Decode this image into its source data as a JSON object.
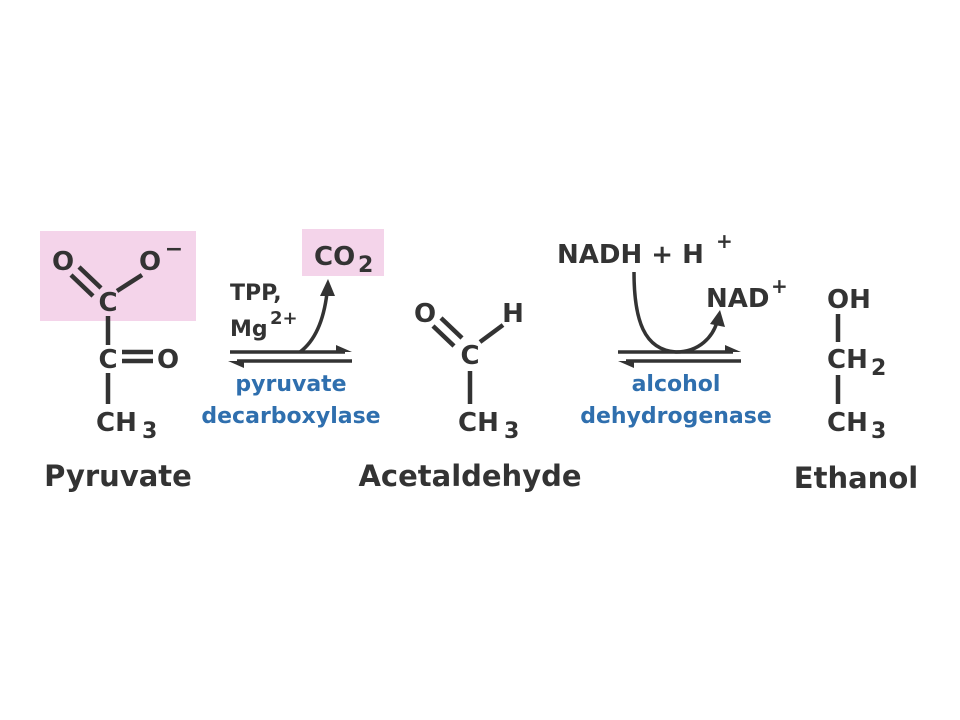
{
  "colors": {
    "highlight": "#f4d4ea",
    "enzyme_label": "#2f6fae",
    "structure": "#333333"
  },
  "pyruvate": {
    "name": "Pyruvate",
    "carboxyl_o": "O",
    "carboxyl_o_minus": "O",
    "charge": "−",
    "carboxyl_c": "C",
    "carbonyl_c": "C",
    "carbonyl_o": "O",
    "methyl": "CH",
    "methyl_sub": "3"
  },
  "step1": {
    "cofactor_line1": "TPP,",
    "cofactor_line2": "Mg",
    "cofactor_sup": "2+",
    "product": "CO",
    "product_sub": "2",
    "enzyme_line1": "pyruvate",
    "enzyme_line2": "decarboxylase"
  },
  "acetaldehyde": {
    "name": "Acetaldehyde",
    "o": "O",
    "h": "H",
    "c": "C",
    "methyl": "CH",
    "methyl_sub": "3"
  },
  "step2": {
    "reactant": "NADH + H",
    "reactant_sup": "+",
    "product": "NAD",
    "product_sup": "+",
    "enzyme_line1": "alcohol",
    "enzyme_line2": "dehydrogenase"
  },
  "ethanol": {
    "name": "Ethanol",
    "oh": "OH",
    "ch2": "CH",
    "ch2_sub": "2",
    "methyl": "CH",
    "methyl_sub": "3"
  }
}
